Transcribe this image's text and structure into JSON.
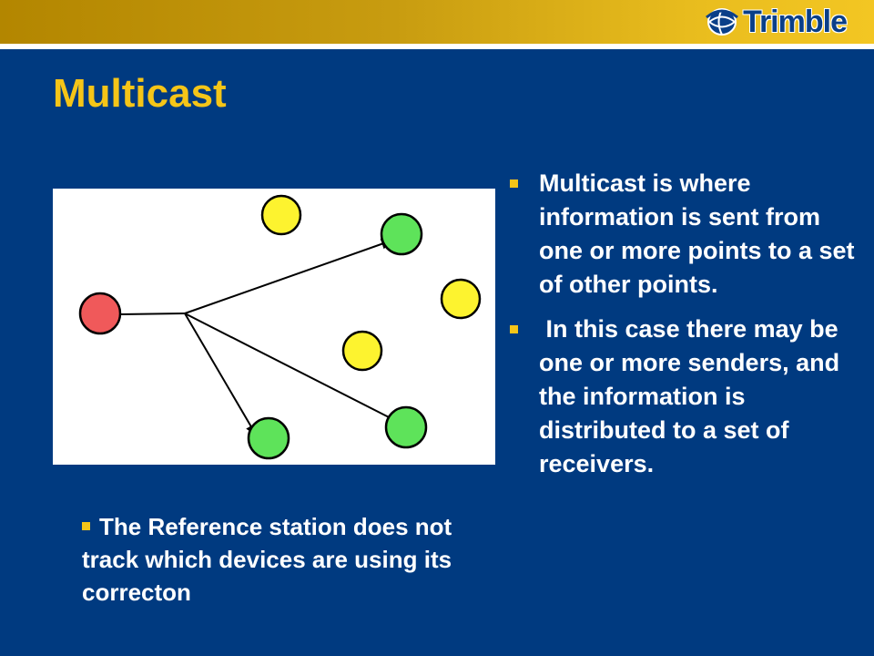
{
  "header": {
    "logo_text": "Trimble",
    "logo_icon": "trimble-globe-icon",
    "bar_color": "#d4a816"
  },
  "slide": {
    "title": "Multicast",
    "title_color": "#f5c518",
    "background_color": "#003a80"
  },
  "diagram": {
    "nodes": [
      {
        "role": "sender",
        "color": "#f0595a"
      },
      {
        "role": "receiver",
        "color": "#5ee35a"
      },
      {
        "role": "receiver",
        "color": "#5ee35a"
      },
      {
        "role": "receiver",
        "color": "#5ee35a"
      },
      {
        "role": "non-receiver",
        "color": "#fdf32f"
      },
      {
        "role": "non-receiver",
        "color": "#fdf32f"
      },
      {
        "role": "non-receiver",
        "color": "#fdf32f"
      }
    ]
  },
  "bullets": [
    "Multicast is where information is sent from one or more points to a set of other points.",
    " In this case there may be one or more senders, and the information is distributed to a set of receivers."
  ],
  "note": "The Reference station does not track which devices are using its correcton"
}
